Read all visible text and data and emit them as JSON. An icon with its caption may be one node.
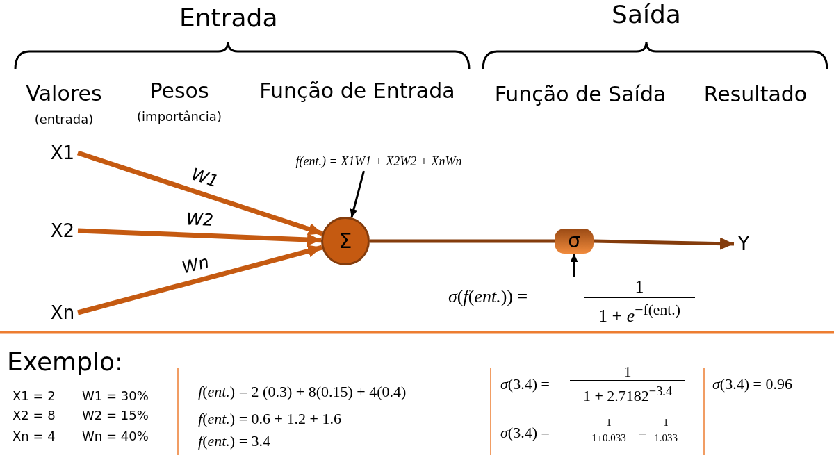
{
  "diagram": {
    "nodes": [
      {
        "text": [
          "X1"
        ]
      },
      {
        "text": [
          "X2"
        ]
      },
      {
        "text": [
          "Xn"
        ]
      },
      {
        "text": [
          "Σ"
        ]
      },
      {
        "text": [
          "σ"
        ]
      },
      {
        "text": [
          "Y"
        ]
      },
      {
        "text": [
          "f(ent.) = X1W1 + X2W2 + XnWn"
        ]
      },
      {
        "text": [
          "*σ*(*f*(*ent.*)) =",
          "1",
          "1 + *e*$^{−f(ent.)}$"
        ]
      }
    ],
    "edges": [
      {
        "from": 0,
        "to": 3,
        "arrow": "to",
        "label": "W1"
      },
      {
        "from": 1,
        "to": 3,
        "arrow": "to",
        "label": "W2"
      },
      {
        "from": 2,
        "to": 3,
        "arrow": "to",
        "label": "Wn"
      },
      {
        "from": 3,
        "to": 4,
        "arrow": "none",
        "color": "#843c0c"
      },
      {
        "from": 4,
        "to": 5,
        "arrow": "to",
        "color": "#843c0c"
      },
      {
        "from": 6,
        "to": 3,
        "arrow": "to",
        "color": "#000000"
      },
      {
        "from": 7,
        "to": 4,
        "arrow": "to",
        "color": "#000000"
      }
    ],
    "labels": [
      "Entrada",
      "Saída",
      "Valores",
      "(entrada)",
      "Pesos",
      "(importância)",
      "Função de Entrada",
      "Função de Saída",
      "Resultado",
      "Exemplo:",
      "X1 = 2",
      "W1 = 30%",
      "X2 = 8",
      "W2 = 15%",
      "Xn = 4",
      "Wn = 40%",
      "*f*(*ent.*) = 2 (0.3) + 8(0.15) + 4(0.4)",
      "*f*(*ent.*) = 0.6 + 1.2 + 1.6",
      "*f*(*ent.*) = 3.4",
      "*σ*(3.4) =",
      "1",
      "1 + 2.7182$^{−3.4}$",
      "*σ*(3.4) =",
      "1",
      "1+0.033",
      "=",
      "1",
      "1.033",
      "*σ*(3.4) = 0.96"
    ]
  }
}
